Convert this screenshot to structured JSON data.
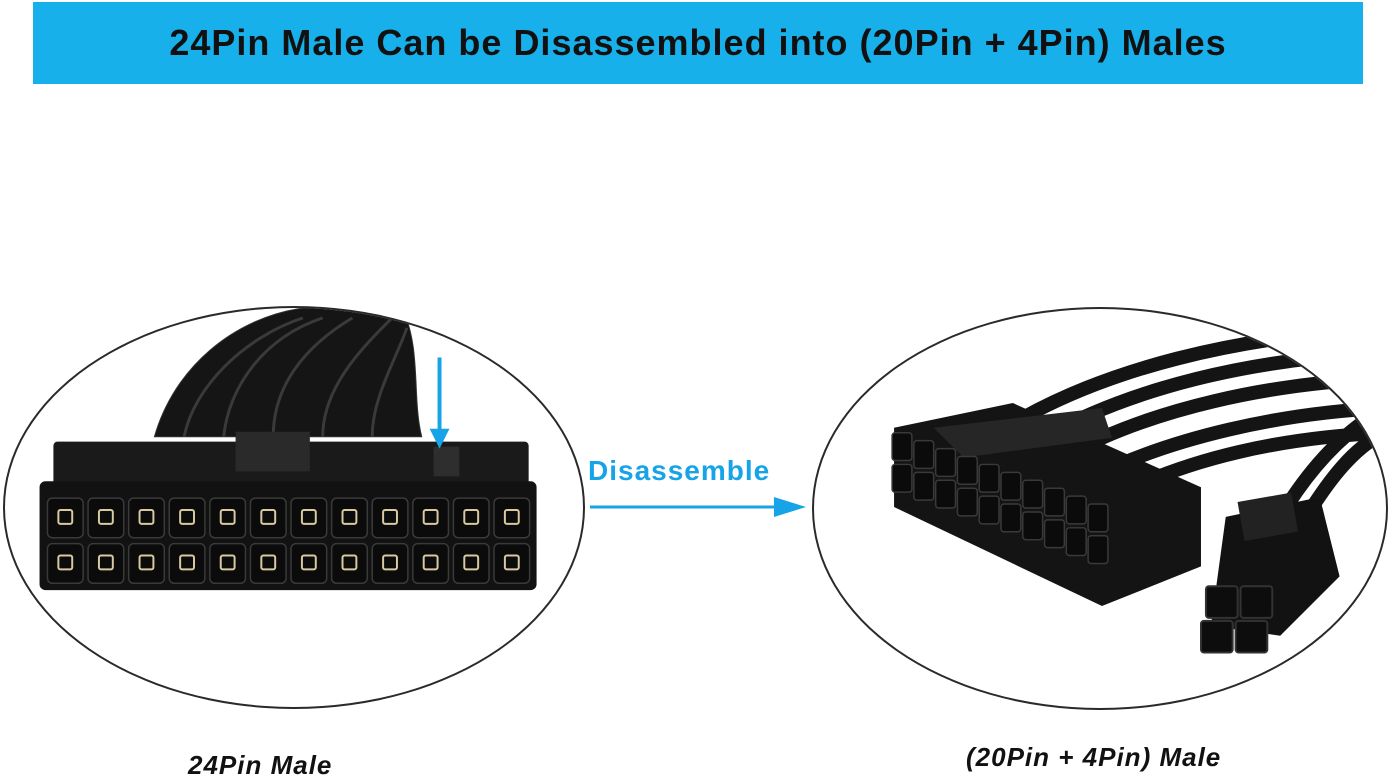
{
  "banner": {
    "title": "24Pin Male Can be Disassembled into (20Pin + 4Pin) Males"
  },
  "arrow": {
    "label": "Disassemble"
  },
  "captions": {
    "left": "24Pin Male",
    "right": "(20Pin + 4Pin) Male"
  },
  "colors": {
    "accent": "#17b0ea",
    "arrow": "#17a3e8",
    "connector": "#121212"
  }
}
